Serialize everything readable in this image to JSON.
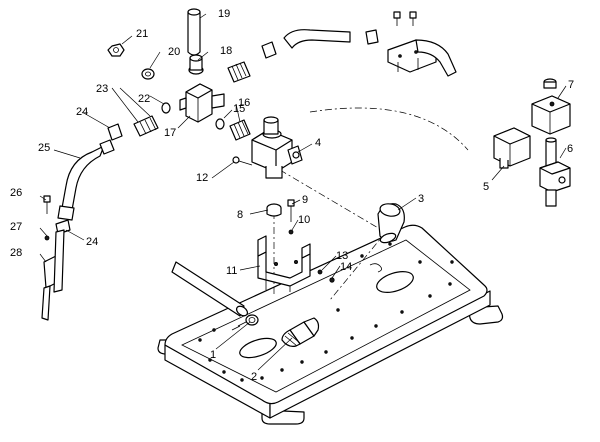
{
  "callouts": [
    {
      "id": "c1",
      "label": "1"
    },
    {
      "id": "c2",
      "label": "2"
    },
    {
      "id": "c3",
      "label": "3"
    },
    {
      "id": "c4",
      "label": "4"
    },
    {
      "id": "c5",
      "label": "5"
    },
    {
      "id": "c6",
      "label": "6"
    },
    {
      "id": "c7",
      "label": "7"
    },
    {
      "id": "c8",
      "label": "8"
    },
    {
      "id": "c9",
      "label": "9"
    },
    {
      "id": "c10",
      "label": "10"
    },
    {
      "id": "c11",
      "label": "11"
    },
    {
      "id": "c12",
      "label": "12"
    },
    {
      "id": "c13",
      "label": "13"
    },
    {
      "id": "c14",
      "label": "14"
    },
    {
      "id": "c15",
      "label": "15"
    },
    {
      "id": "c16",
      "label": "16"
    },
    {
      "id": "c17",
      "label": "17"
    },
    {
      "id": "c18",
      "label": "18"
    },
    {
      "id": "c19",
      "label": "19"
    },
    {
      "id": "c20",
      "label": "20"
    },
    {
      "id": "c21",
      "label": "21"
    },
    {
      "id": "c22",
      "label": "22"
    },
    {
      "id": "c23",
      "label": "23"
    },
    {
      "id": "c24a",
      "label": "24"
    },
    {
      "id": "c24b",
      "label": "24"
    },
    {
      "id": "c25",
      "label": "25"
    },
    {
      "id": "c26",
      "label": "26"
    },
    {
      "id": "c27",
      "label": "27"
    },
    {
      "id": "c28",
      "label": "28"
    }
  ]
}
